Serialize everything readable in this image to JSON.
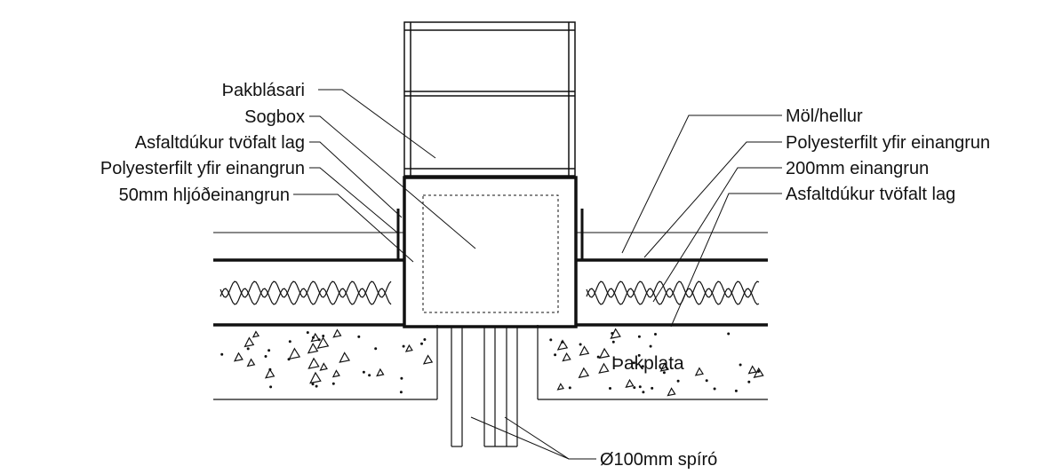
{
  "labels_left": [
    "Þakblásari",
    "Sogbox",
    "Asfaltdúkur tvöfalt lag",
    "Polyesterfilt yfir einangrun",
    "50mm hljóðeinangrun"
  ],
  "labels_right": [
    "Möl/hellur",
    "Polyesterfilt yfir einangrun",
    "200mm einangrun",
    "Asfaltdúkur tvöfalt lag"
  ],
  "label_slab": "Þakplata",
  "label_pipe": "Ø100mm spíró",
  "colors": {
    "ink": "#111111",
    "background": "#ffffff"
  }
}
